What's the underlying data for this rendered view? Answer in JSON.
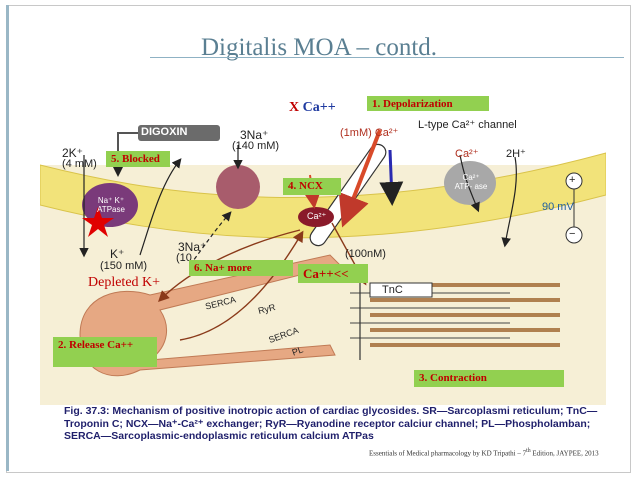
{
  "slide": {
    "title": "Digitalis MOA – contd.",
    "credit_line1": "Essentials of Medical pharmacology by KD Tripathi – 7",
    "credit_sup": "th",
    "credit_line2": " Edition, JAYPEE, 2013"
  },
  "annotations": {
    "depolarization": "1. Depolarization",
    "release": "2. Release Ca++",
    "contraction": "3. Contraction",
    "ncx": "4. NCX",
    "blocked": "5. Blocked",
    "na_more": "6. Na+ more",
    "x_mark": "X",
    "x_ca": "Ca++",
    "ca_low": "Ca++<<",
    "depleted_k": "Depleted K+"
  },
  "figure": {
    "digoxin": "DIGOXIN",
    "k_in": "2K⁺",
    "k_in_conc": "(4 mM)",
    "na_out": "3Na⁺",
    "na_out_conc": "(140 mM)",
    "ca_ext": "(1mM) Ca²⁺",
    "l_type": "L-type Ca²⁺ channel",
    "ca_atpase_ion": "Ca²⁺",
    "h_ion": "2H⁺",
    "ca_atpase": "Ca²⁺ ATP- ase",
    "pump_label": "Na⁺ K⁺ ATPase",
    "voltage": "90 mV",
    "plus": "+",
    "minus": "−",
    "k_cell": "K⁺",
    "k_cell_conc": "(150 mM)",
    "na_cell": "3Na⁺",
    "na_cell_conc": "(10",
    "ca_cell": "Ca²⁺",
    "ca_cell_conc": "(100nM)",
    "tnc": "TnC",
    "serca1": "SERCA",
    "ryr": "RyR",
    "serca2": "SERCA",
    "pl": "PL"
  },
  "caption": {
    "fig_no": "Fig. 37.3:",
    "text": " Mechanism of positive inotropic action of cardiac glycosides. SR—Sarcoplasmi reticulum; TnC—Troponin C; NCX—Na⁺-Ca²⁺ exchanger; RyR—Ryanodine receptor calciur channel; PL—Phospholamban; SERCA—Sarcoplasmic-endoplasmic reticulum calcium ATPas"
  },
  "colors": {
    "tag_bg": "#92d050",
    "tag_text": "#c00000",
    "membrane": "#f2e37a",
    "cytoplasm": "#efe6c4",
    "sr": "#e6a883",
    "title": "#5a7f92"
  }
}
